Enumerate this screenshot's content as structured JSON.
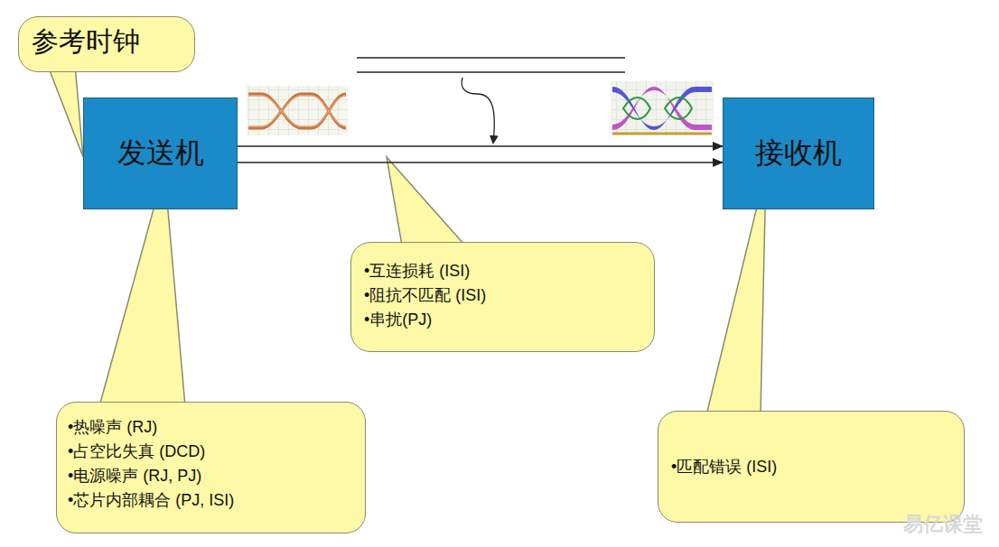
{
  "diagram": {
    "nodes": [
      {
        "text": [
          "参考时钟"
        ]
      },
      {
        "text": [
          "发送机"
        ]
      },
      {
        "text": [
          "接收机"
        ]
      },
      {
        "text": [
          "•互连损耗 (ISI)",
          "•阻抗不匹配 (ISI)",
          "•串扰(PJ)"
        ]
      },
      {
        "text": [
          "•热噪声 (RJ)",
          "•占空比失真 (DCD)",
          "•电源噪声 (RJ, PJ)",
          "•芯片内部耦合 (PJ, ISI)"
        ]
      },
      {
        "text": [
          "•匹配错误 (ISI)"
        ]
      }
    ],
    "edges": [
      {
        "from": 1,
        "to": 2,
        "arrow": "to"
      },
      {
        "from": 1,
        "to": 2,
        "arrow": "to"
      }
    ],
    "labels": [
      "易亿课堂"
    ]
  }
}
